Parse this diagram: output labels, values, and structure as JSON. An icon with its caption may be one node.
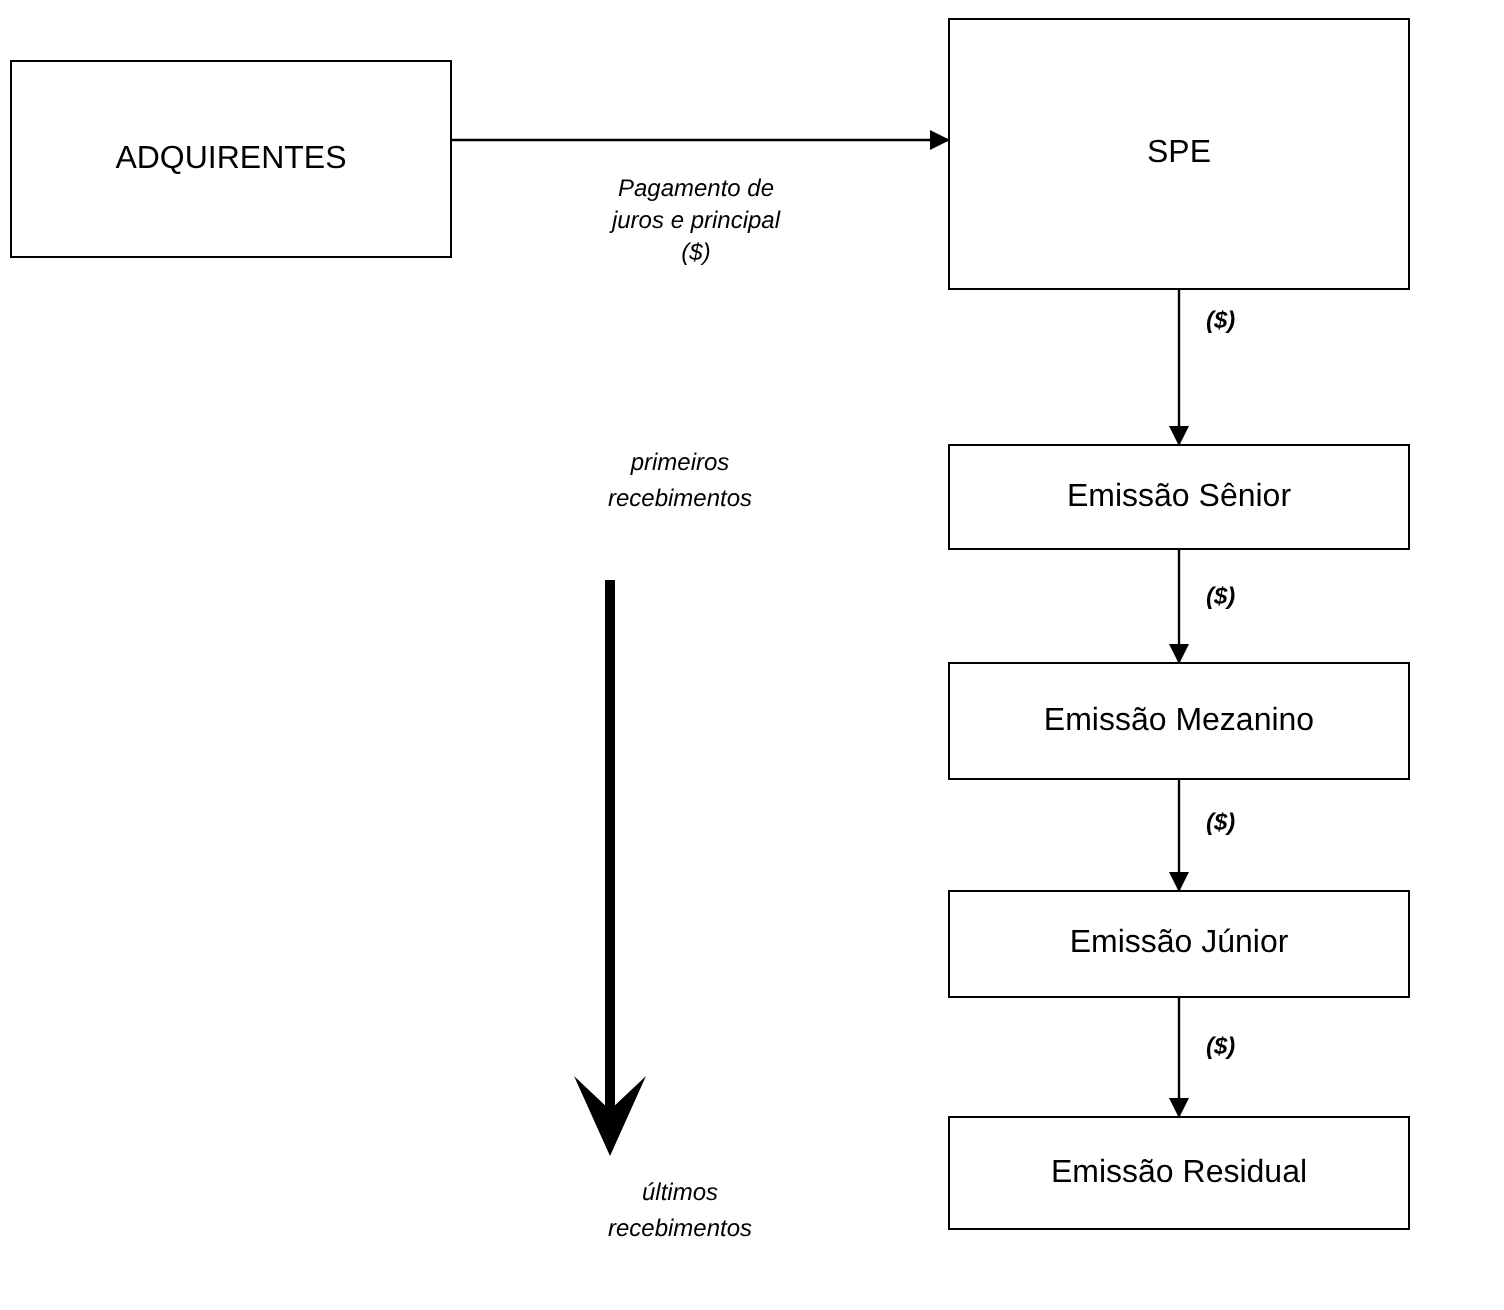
{
  "diagram": {
    "nodes": [
      {
        "text": [
          "ADQUIRENTES"
        ]
      },
      {
        "text": [
          "SPE"
        ]
      },
      {
        "text": [
          "Emissão Sênior"
        ]
      },
      {
        "text": [
          "Emissão Mezanino"
        ]
      },
      {
        "text": [
          "Emissão Júnior"
        ]
      },
      {
        "text": [
          "Emissão Residual"
        ]
      }
    ],
    "edges": [
      {
        "from": 0,
        "to": 1,
        "arrow": "to",
        "label": "Pagamento de juros e principal ($)"
      },
      {
        "from": 1,
        "to": 2,
        "arrow": "to",
        "label": "($)"
      },
      {
        "from": 2,
        "to": 3,
        "arrow": "to",
        "label": "($)"
      },
      {
        "from": 3,
        "to": 4,
        "arrow": "to",
        "label": "($)"
      },
      {
        "from": 4,
        "to": 5,
        "arrow": "to",
        "label": "($)"
      }
    ],
    "labels": [
      "primeiros recebimentos",
      "últimos recebimentos"
    ]
  }
}
